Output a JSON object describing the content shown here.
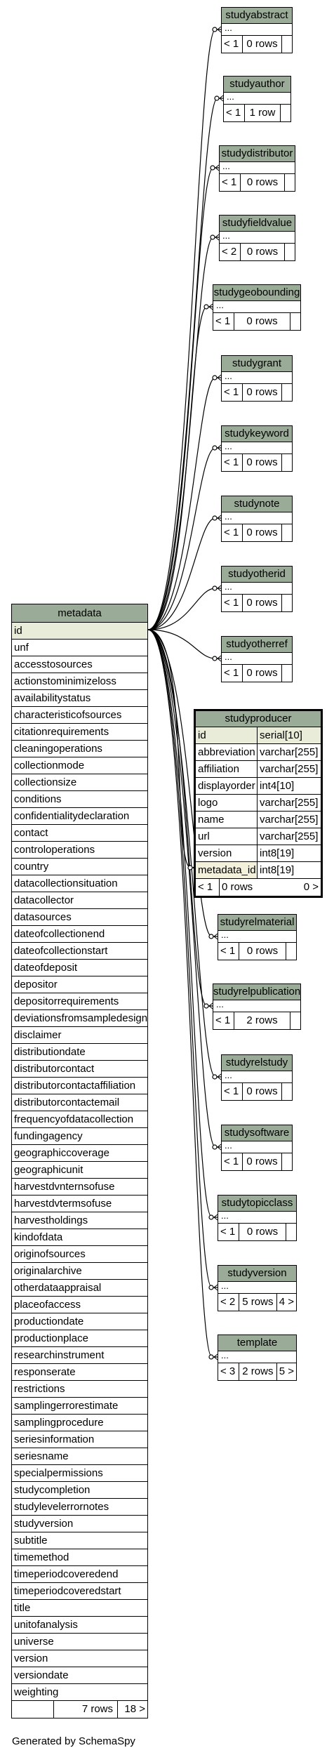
{
  "metadata": {
    "name": "metadata",
    "columns": [
      "id",
      "unf",
      "accesstosources",
      "actionstominimizeloss",
      "availabilitystatus",
      "characteristicofsources",
      "citationrequirements",
      "cleaningoperations",
      "collectionmode",
      "collectionsize",
      "conditions",
      "confidentialitydeclaration",
      "contact",
      "controloperations",
      "country",
      "datacollectionsituation",
      "datacollector",
      "datasources",
      "dateofcollectionend",
      "dateofcollectionstart",
      "dateofdeposit",
      "depositor",
      "depositorrequirements",
      "deviationsfromsampledesign",
      "disclaimer",
      "distributiondate",
      "distributorcontact",
      "distributorcontactaffiliation",
      "distributorcontactemail",
      "frequencyofdatacollection",
      "fundingagency",
      "geographiccoverage",
      "geographicunit",
      "harvestdvnternsofuse",
      "harvestdvtermsofuse",
      "harvestholdings",
      "kindofdata",
      "originofsources",
      "originalarchive",
      "otherdataappraisal",
      "placeofaccess",
      "productiondate",
      "productionplace",
      "researchinstrument",
      "responserate",
      "restrictions",
      "samplingerrorestimate",
      "samplingprocedure",
      "seriesinformation",
      "seriesname",
      "specialpermissions",
      "studycompletion",
      "studylevelerrornotes",
      "studyversion",
      "subtitle",
      "timemethod",
      "timeperiodcoveredend",
      "timeperiodcoveredstart",
      "title",
      "unitofanalysis",
      "universe",
      "version",
      "versiondate",
      "weighting"
    ],
    "footer": {
      "c1": "",
      "c2": "7 rows",
      "c3": "18 >"
    }
  },
  "child_tables": [
    {
      "name": "studyabstract",
      "c1": "< 1",
      "c2": "0 rows",
      "c3": ""
    },
    {
      "name": "studyauthor",
      "c1": "< 1",
      "c2": "1 row",
      "c3": ""
    },
    {
      "name": "studydistributor",
      "c1": "< 1",
      "c2": "0 rows",
      "c3": ""
    },
    {
      "name": "studyfieldvalue",
      "c1": "< 2",
      "c2": "0 rows",
      "c3": ""
    },
    {
      "name": "studygeobounding",
      "c1": "< 1",
      "c2": "0 rows",
      "c3": ""
    },
    {
      "name": "studygrant",
      "c1": "< 1",
      "c2": "0 rows",
      "c3": ""
    },
    {
      "name": "studykeyword",
      "c1": "< 1",
      "c2": "0 rows",
      "c3": ""
    },
    {
      "name": "studynote",
      "c1": "< 1",
      "c2": "0 rows",
      "c3": ""
    },
    {
      "name": "studyotherid",
      "c1": "< 1",
      "c2": "0 rows",
      "c3": ""
    },
    {
      "name": "studyotherref",
      "c1": "< 1",
      "c2": "0 rows",
      "c3": ""
    },
    {
      "name": "studyrelmaterial",
      "c1": "< 1",
      "c2": "0 rows",
      "c3": ""
    },
    {
      "name": "studyrelpublication",
      "c1": "< 1",
      "c2": "2 rows",
      "c3": ""
    },
    {
      "name": "studyrelstudy",
      "c1": "< 1",
      "c2": "0 rows",
      "c3": ""
    },
    {
      "name": "studysoftware",
      "c1": "< 1",
      "c2": "0 rows",
      "c3": ""
    },
    {
      "name": "studytopicclass",
      "c1": "< 1",
      "c2": "0 rows",
      "c3": ""
    },
    {
      "name": "studyversion",
      "c1": "< 2",
      "c2": "5 rows",
      "c3": "4 >"
    },
    {
      "name": "template",
      "c1": "< 3",
      "c2": "2 rows",
      "c3": "5 >"
    }
  ],
  "ellipsis": "...",
  "studyproducer": {
    "name": "studyproducer",
    "columns": [
      {
        "name": "id",
        "type": "serial[10]"
      },
      {
        "name": "abbreviation",
        "type": "varchar[255]"
      },
      {
        "name": "affiliation",
        "type": "varchar[255]"
      },
      {
        "name": "displayorder",
        "type": "int4[10]"
      },
      {
        "name": "logo",
        "type": "varchar[255]"
      },
      {
        "name": "name",
        "type": "varchar[255]"
      },
      {
        "name": "url",
        "type": "varchar[255]"
      },
      {
        "name": "version",
        "type": "int8[19]"
      },
      {
        "name": "metadata_id",
        "type": "int8[19]"
      }
    ],
    "footer": {
      "c1": "< 1",
      "c2": "0 rows",
      "c3": "0 >"
    }
  },
  "footer_text": "Generated by SchemaSpy"
}
